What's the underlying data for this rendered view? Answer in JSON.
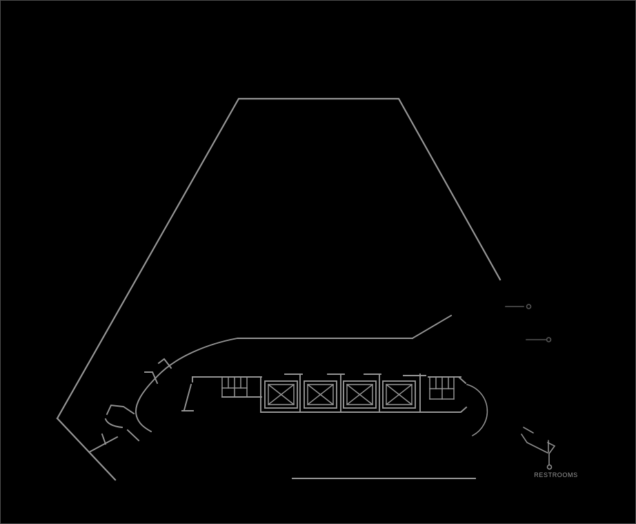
{
  "canvas": {
    "background": "#000000",
    "frame_color": "#4d4d4d"
  },
  "drawing": {
    "line_color": "#969696",
    "dim_line_color": "#565656",
    "symbol_color": "#8f8f8f",
    "text_color": "#9a9a9a"
  },
  "labels": {
    "restrooms": "RESTROOMS"
  },
  "plan_summary": {
    "type": "floor-plan-line-drawing",
    "elevator_shafts": 4,
    "stair_runs": 2,
    "door_markers_right": 2,
    "labeled_areas": [
      "RESTROOMS"
    ]
  }
}
